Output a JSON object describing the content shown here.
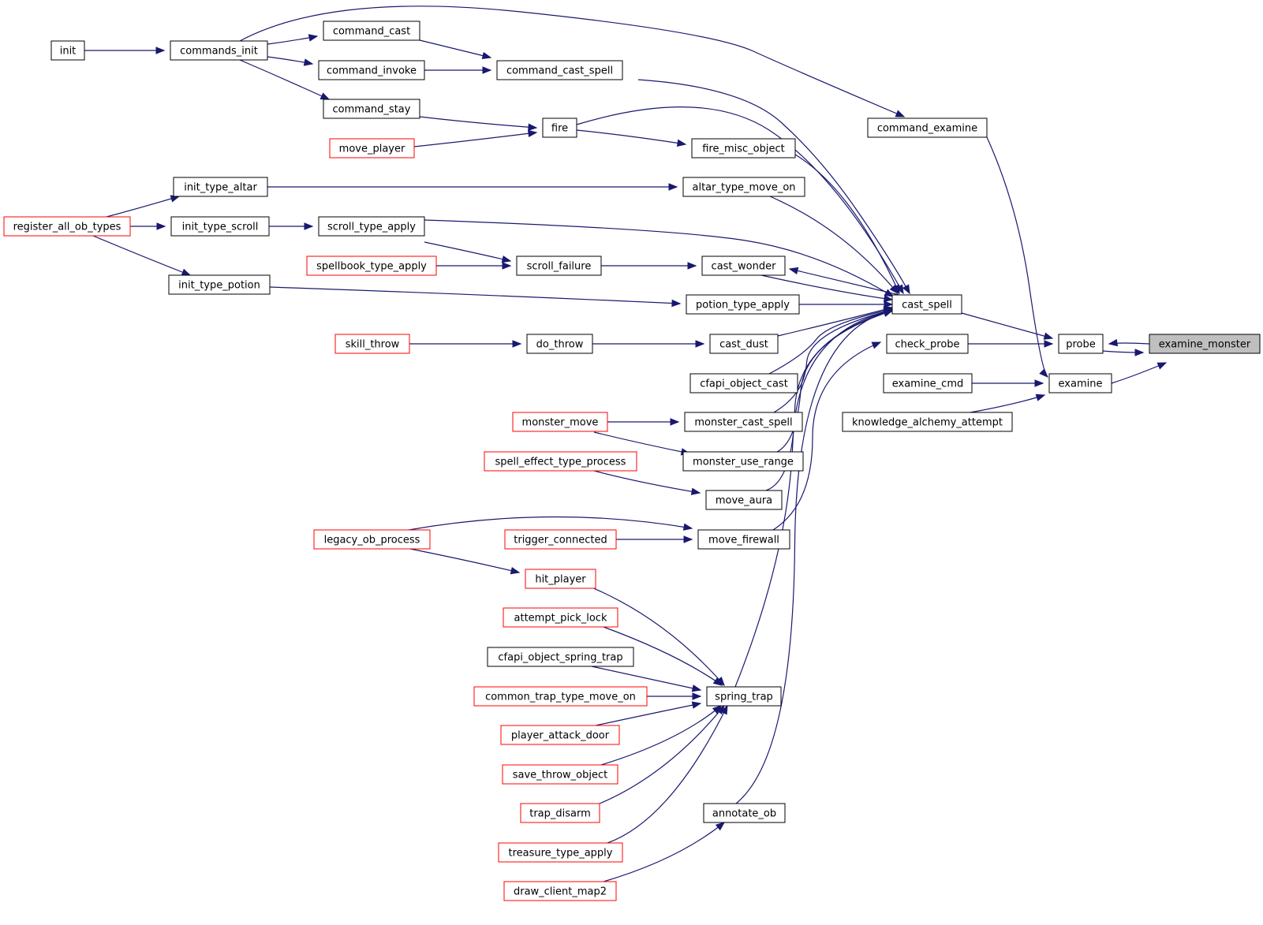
{
  "colors": {
    "edge": "#191970",
    "node_border": "#000000",
    "truncated_border": "#ff0000",
    "focus_fill": "#bfbfbf",
    "background": "#ffffff"
  },
  "nodes": {
    "examine_monster": {
      "label": "examine_monster",
      "style": "focus"
    },
    "probe": {
      "label": "probe",
      "style": "normal"
    },
    "examine": {
      "label": "examine",
      "style": "normal"
    },
    "cast_spell": {
      "label": "cast_spell",
      "style": "normal"
    },
    "check_probe": {
      "label": "check_probe",
      "style": "normal"
    },
    "command_examine": {
      "label": "command_examine",
      "style": "normal"
    },
    "examine_cmd": {
      "label": "examine_cmd",
      "style": "normal"
    },
    "knowledge_alchemy_attempt": {
      "label": "knowledge_alchemy_attempt",
      "style": "normal"
    },
    "init": {
      "label": "init",
      "style": "normal"
    },
    "commands_init": {
      "label": "commands_init",
      "style": "normal"
    },
    "command_cast": {
      "label": "command_cast",
      "style": "normal"
    },
    "command_invoke": {
      "label": "command_invoke",
      "style": "normal"
    },
    "command_cast_spell": {
      "label": "command_cast_spell",
      "style": "normal"
    },
    "command_stay": {
      "label": "command_stay",
      "style": "normal"
    },
    "move_player": {
      "label": "move_player",
      "style": "truncated"
    },
    "fire": {
      "label": "fire",
      "style": "normal"
    },
    "fire_misc_object": {
      "label": "fire_misc_object",
      "style": "normal"
    },
    "init_type_altar": {
      "label": "init_type_altar",
      "style": "normal"
    },
    "altar_type_move_on": {
      "label": "altar_type_move_on",
      "style": "normal"
    },
    "register_all_ob_types": {
      "label": "register_all_ob_types",
      "style": "truncated"
    },
    "init_type_scroll": {
      "label": "init_type_scroll",
      "style": "normal"
    },
    "scroll_type_apply": {
      "label": "scroll_type_apply",
      "style": "normal"
    },
    "spellbook_type_apply": {
      "label": "spellbook_type_apply",
      "style": "truncated"
    },
    "scroll_failure": {
      "label": "scroll_failure",
      "style": "normal"
    },
    "cast_wonder": {
      "label": "cast_wonder",
      "style": "normal"
    },
    "init_type_potion": {
      "label": "init_type_potion",
      "style": "normal"
    },
    "potion_type_apply": {
      "label": "potion_type_apply",
      "style": "normal"
    },
    "skill_throw": {
      "label": "skill_throw",
      "style": "truncated"
    },
    "do_throw": {
      "label": "do_throw",
      "style": "normal"
    },
    "cast_dust": {
      "label": "cast_dust",
      "style": "normal"
    },
    "cfapi_object_cast": {
      "label": "cfapi_object_cast",
      "style": "normal"
    },
    "monster_move": {
      "label": "monster_move",
      "style": "truncated"
    },
    "monster_cast_spell": {
      "label": "monster_cast_spell",
      "style": "normal"
    },
    "monster_use_range": {
      "label": "monster_use_range",
      "style": "normal"
    },
    "spell_effect_type_process": {
      "label": "spell_effect_type_process",
      "style": "truncated"
    },
    "move_aura": {
      "label": "move_aura",
      "style": "normal"
    },
    "legacy_ob_process": {
      "label": "legacy_ob_process",
      "style": "truncated"
    },
    "trigger_connected": {
      "label": "trigger_connected",
      "style": "truncated"
    },
    "move_firewall": {
      "label": "move_firewall",
      "style": "normal"
    },
    "hit_player": {
      "label": "hit_player",
      "style": "truncated"
    },
    "attempt_pick_lock": {
      "label": "attempt_pick_lock",
      "style": "truncated"
    },
    "cfapi_object_spring_trap": {
      "label": "cfapi_object_spring_trap",
      "style": "normal"
    },
    "common_trap_type_move_on": {
      "label": "common_trap_type_move_on",
      "style": "truncated"
    },
    "spring_trap": {
      "label": "spring_trap",
      "style": "normal"
    },
    "player_attack_door": {
      "label": "player_attack_door",
      "style": "truncated"
    },
    "save_throw_object": {
      "label": "save_throw_object",
      "style": "truncated"
    },
    "trap_disarm": {
      "label": "trap_disarm",
      "style": "truncated"
    },
    "treasure_type_apply": {
      "label": "treasure_type_apply",
      "style": "truncated"
    },
    "annotate_ob": {
      "label": "annotate_ob",
      "style": "normal"
    },
    "draw_client_map2": {
      "label": "draw_client_map2",
      "style": "truncated"
    }
  },
  "edges": [
    {
      "from": "examine_monster",
      "to": "probe"
    },
    {
      "from": "probe",
      "to": "examine_monster"
    },
    {
      "from": "examine",
      "to": "examine_monster"
    },
    {
      "from": "cast_spell",
      "to": "probe"
    },
    {
      "from": "check_probe",
      "to": "probe"
    },
    {
      "from": "command_examine",
      "to": "examine"
    },
    {
      "from": "examine_cmd",
      "to": "examine"
    },
    {
      "from": "knowledge_alchemy_attempt",
      "to": "examine"
    },
    {
      "from": "commands_init",
      "to": "command_examine"
    },
    {
      "from": "init",
      "to": "commands_init"
    },
    {
      "from": "commands_init",
      "to": "command_cast"
    },
    {
      "from": "commands_init",
      "to": "command_invoke"
    },
    {
      "from": "commands_init",
      "to": "command_stay"
    },
    {
      "from": "command_cast",
      "to": "command_cast_spell"
    },
    {
      "from": "command_invoke",
      "to": "command_cast_spell"
    },
    {
      "from": "command_stay",
      "to": "fire"
    },
    {
      "from": "move_player",
      "to": "fire"
    },
    {
      "from": "fire",
      "to": "fire_misc_object"
    },
    {
      "from": "init_type_altar",
      "to": "altar_type_move_on"
    },
    {
      "from": "register_all_ob_types",
      "to": "init_type_altar"
    },
    {
      "from": "register_all_ob_types",
      "to": "init_type_scroll"
    },
    {
      "from": "register_all_ob_types",
      "to": "init_type_potion"
    },
    {
      "from": "init_type_scroll",
      "to": "scroll_type_apply"
    },
    {
      "from": "scroll_type_apply",
      "to": "scroll_failure"
    },
    {
      "from": "spellbook_type_apply",
      "to": "scroll_failure"
    },
    {
      "from": "scroll_failure",
      "to": "cast_wonder"
    },
    {
      "from": "cast_spell",
      "to": "cast_wonder"
    },
    {
      "from": "init_type_potion",
      "to": "potion_type_apply"
    },
    {
      "from": "skill_throw",
      "to": "do_throw"
    },
    {
      "from": "do_throw",
      "to": "cast_dust"
    },
    {
      "from": "monster_move",
      "to": "monster_cast_spell"
    },
    {
      "from": "monster_move",
      "to": "monster_use_range"
    },
    {
      "from": "spell_effect_type_process",
      "to": "move_aura"
    },
    {
      "from": "legacy_ob_process",
      "to": "move_firewall"
    },
    {
      "from": "trigger_connected",
      "to": "move_firewall"
    },
    {
      "from": "legacy_ob_process",
      "to": "hit_player"
    },
    {
      "from": "hit_player",
      "to": "spring_trap"
    },
    {
      "from": "attempt_pick_lock",
      "to": "spring_trap"
    },
    {
      "from": "cfapi_object_spring_trap",
      "to": "spring_trap"
    },
    {
      "from": "common_trap_type_move_on",
      "to": "spring_trap"
    },
    {
      "from": "player_attack_door",
      "to": "spring_trap"
    },
    {
      "from": "save_throw_object",
      "to": "spring_trap"
    },
    {
      "from": "trap_disarm",
      "to": "spring_trap"
    },
    {
      "from": "treasure_type_apply",
      "to": "spring_trap"
    },
    {
      "from": "draw_client_map2",
      "to": "annotate_ob"
    },
    {
      "from": "command_cast_spell",
      "to": "cast_spell"
    },
    {
      "from": "fire",
      "to": "cast_spell"
    },
    {
      "from": "fire_misc_object",
      "to": "cast_spell"
    },
    {
      "from": "altar_type_move_on",
      "to": "cast_spell"
    },
    {
      "from": "scroll_type_apply",
      "to": "cast_spell"
    },
    {
      "from": "cast_wonder",
      "to": "cast_spell"
    },
    {
      "from": "potion_type_apply",
      "to": "cast_spell"
    },
    {
      "from": "cast_dust",
      "to": "cast_spell"
    },
    {
      "from": "cfapi_object_cast",
      "to": "cast_spell"
    },
    {
      "from": "monster_cast_spell",
      "to": "cast_spell"
    },
    {
      "from": "monster_use_range",
      "to": "cast_spell"
    },
    {
      "from": "move_aura",
      "to": "cast_spell"
    },
    {
      "from": "spring_trap",
      "to": "cast_spell"
    },
    {
      "from": "annotate_ob",
      "to": "cast_spell"
    },
    {
      "from": "move_firewall",
      "to": "check_probe"
    }
  ]
}
